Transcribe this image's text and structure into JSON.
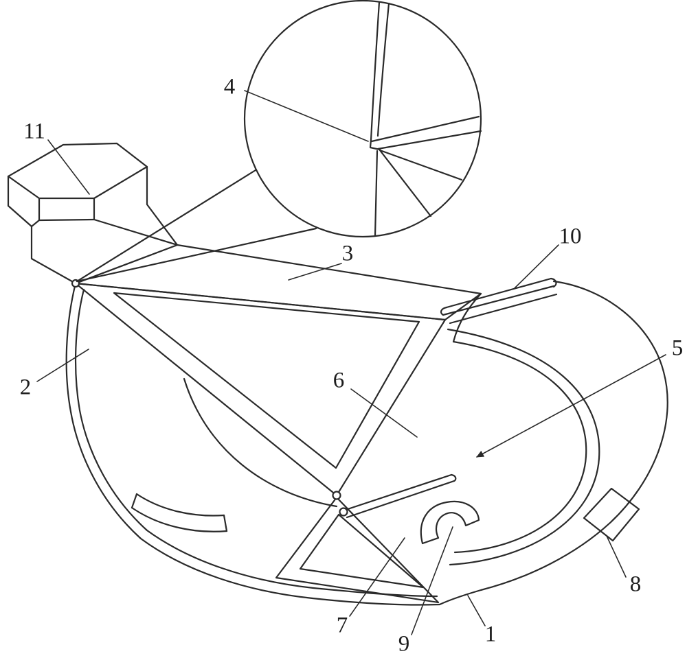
{
  "figure": {
    "background_color": "#ffffff",
    "line_color": "#2a2a2a",
    "labels": [
      {
        "id": "ref-11",
        "text": "11"
      },
      {
        "id": "ref-4",
        "text": "4"
      },
      {
        "id": "ref-3",
        "text": "3"
      },
      {
        "id": "ref-10",
        "text": "10"
      },
      {
        "id": "ref-2",
        "text": "2"
      },
      {
        "id": "ref-6",
        "text": "6"
      },
      {
        "id": "ref-5",
        "text": "5"
      },
      {
        "id": "ref-7",
        "text": "7"
      },
      {
        "id": "ref-9",
        "text": "9"
      },
      {
        "id": "ref-1",
        "text": "1"
      },
      {
        "id": "ref-8",
        "text": "8"
      }
    ]
  }
}
